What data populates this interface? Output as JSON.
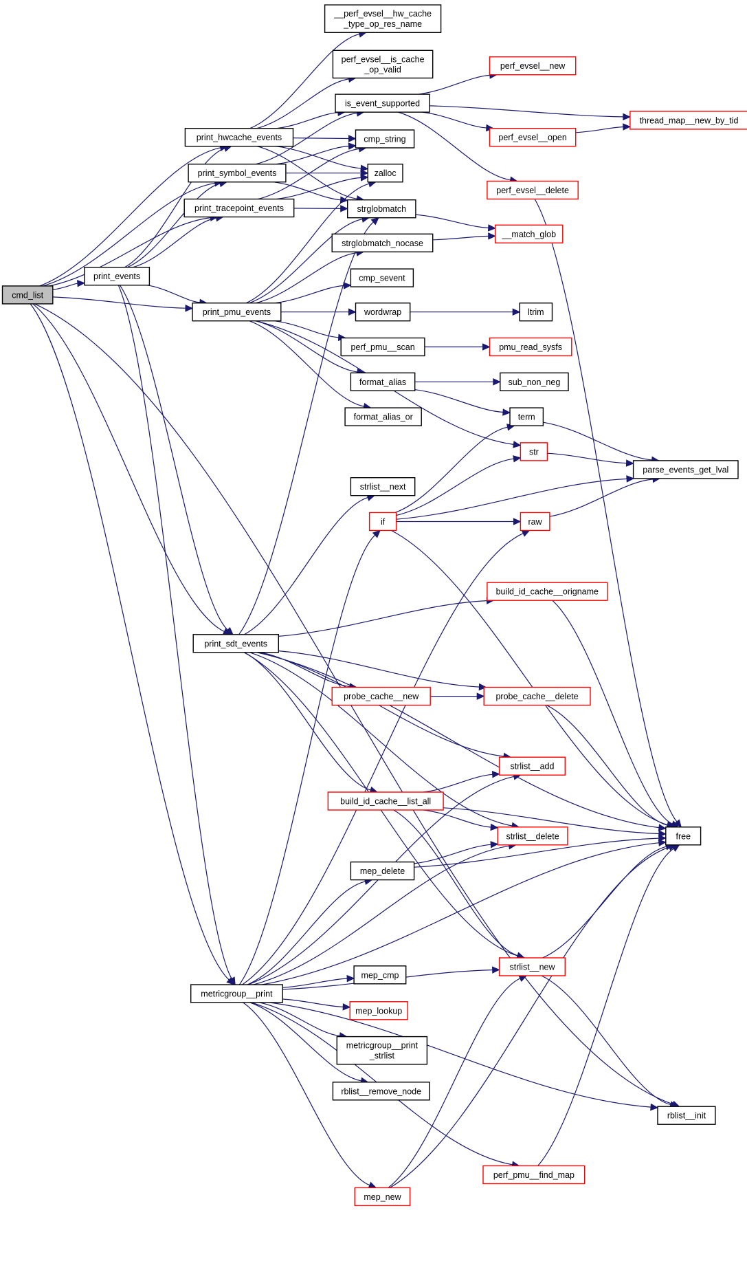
{
  "title": "cmd_list call graph",
  "colors": {
    "edge": "#191970",
    "normal_border": "#000000",
    "truncated_border": "#ff0000",
    "root_fill": "#bfbfbf"
  },
  "nodes": [
    {
      "id": "cmd_list",
      "lines": [
        "cmd_list"
      ],
      "kind": "root"
    },
    {
      "id": "hw_cache_name",
      "lines": [
        "__perf_evsel__hw_cache",
        "_type_op_res_name"
      ],
      "kind": "normal"
    },
    {
      "id": "is_cache_op_valid",
      "lines": [
        "perf_evsel__is_cache",
        "_op_valid"
      ],
      "kind": "normal"
    },
    {
      "id": "is_event_supported",
      "lines": [
        "is_event_supported"
      ],
      "kind": "normal"
    },
    {
      "id": "print_hwcache_events",
      "lines": [
        "print_hwcache_events"
      ],
      "kind": "normal"
    },
    {
      "id": "cmp_string",
      "lines": [
        "cmp_string"
      ],
      "kind": "normal"
    },
    {
      "id": "print_symbol_events",
      "lines": [
        "print_symbol_events"
      ],
      "kind": "normal"
    },
    {
      "id": "zalloc",
      "lines": [
        "zalloc"
      ],
      "kind": "normal"
    },
    {
      "id": "print_tracepoint_events",
      "lines": [
        "print_tracepoint_events"
      ],
      "kind": "normal"
    },
    {
      "id": "strglobmatch",
      "lines": [
        "strglobmatch"
      ],
      "kind": "normal"
    },
    {
      "id": "strglobmatch_nocase",
      "lines": [
        "strglobmatch_nocase"
      ],
      "kind": "normal"
    },
    {
      "id": "print_events",
      "lines": [
        "print_events"
      ],
      "kind": "normal"
    },
    {
      "id": "match_glob",
      "lines": [
        "__match_glob"
      ],
      "kind": "truncated"
    },
    {
      "id": "cmp_sevent",
      "lines": [
        "cmp_sevent"
      ],
      "kind": "normal"
    },
    {
      "id": "print_pmu_events",
      "lines": [
        "print_pmu_events"
      ],
      "kind": "normal"
    },
    {
      "id": "wordwrap",
      "lines": [
        "wordwrap"
      ],
      "kind": "normal"
    },
    {
      "id": "ltrim",
      "lines": [
        "ltrim"
      ],
      "kind": "normal"
    },
    {
      "id": "perf_pmu_scan",
      "lines": [
        "perf_pmu__scan"
      ],
      "kind": "normal"
    },
    {
      "id": "pmu_read_sysfs",
      "lines": [
        "pmu_read_sysfs"
      ],
      "kind": "truncated"
    },
    {
      "id": "format_alias",
      "lines": [
        "format_alias"
      ],
      "kind": "normal"
    },
    {
      "id": "sub_non_neg",
      "lines": [
        "sub_non_neg"
      ],
      "kind": "normal"
    },
    {
      "id": "format_alias_or",
      "lines": [
        "format_alias_or"
      ],
      "kind": "normal"
    },
    {
      "id": "term",
      "lines": [
        "term"
      ],
      "kind": "normal"
    },
    {
      "id": "str",
      "lines": [
        "str"
      ],
      "kind": "truncated"
    },
    {
      "id": "parse_events_get_lval",
      "lines": [
        "parse_events_get_lval"
      ],
      "kind": "normal"
    },
    {
      "id": "strlist_next",
      "lines": [
        "strlist__next"
      ],
      "kind": "normal"
    },
    {
      "id": "if",
      "lines": [
        "if"
      ],
      "kind": "truncated"
    },
    {
      "id": "raw",
      "lines": [
        "raw"
      ],
      "kind": "truncated"
    },
    {
      "id": "perf_evsel_new",
      "lines": [
        "perf_evsel__new"
      ],
      "kind": "truncated"
    },
    {
      "id": "thread_map_new_by_tid",
      "lines": [
        "thread_map__new_by_tid"
      ],
      "kind": "truncated"
    },
    {
      "id": "perf_evsel_open",
      "lines": [
        "perf_evsel__open"
      ],
      "kind": "truncated"
    },
    {
      "id": "perf_evsel_delete",
      "lines": [
        "perf_evsel__delete"
      ],
      "kind": "truncated"
    },
    {
      "id": "build_id_cache_origname",
      "lines": [
        "build_id_cache__origname"
      ],
      "kind": "truncated"
    },
    {
      "id": "print_sdt_events",
      "lines": [
        "print_sdt_events"
      ],
      "kind": "normal"
    },
    {
      "id": "probe_cache_new",
      "lines": [
        "probe_cache__new"
      ],
      "kind": "truncated"
    },
    {
      "id": "probe_cache_delete",
      "lines": [
        "probe_cache__delete"
      ],
      "kind": "truncated"
    },
    {
      "id": "strlist_add",
      "lines": [
        "strlist__add"
      ],
      "kind": "truncated"
    },
    {
      "id": "build_id_cache_list_all",
      "lines": [
        "build_id_cache__list_all"
      ],
      "kind": "truncated"
    },
    {
      "id": "strlist_delete",
      "lines": [
        "strlist__delete"
      ],
      "kind": "truncated"
    },
    {
      "id": "free",
      "lines": [
        "free"
      ],
      "kind": "normal"
    },
    {
      "id": "mep_delete",
      "lines": [
        "mep_delete"
      ],
      "kind": "normal"
    },
    {
      "id": "strlist_new",
      "lines": [
        "strlist__new"
      ],
      "kind": "truncated"
    },
    {
      "id": "mep_cmp",
      "lines": [
        "mep_cmp"
      ],
      "kind": "normal"
    },
    {
      "id": "metricgroup_print",
      "lines": [
        "metricgroup__print"
      ],
      "kind": "normal"
    },
    {
      "id": "mep_lookup",
      "lines": [
        "mep_lookup"
      ],
      "kind": "truncated"
    },
    {
      "id": "metricgroup_print_strlist",
      "lines": [
        "metricgroup__print",
        "_strlist"
      ],
      "kind": "normal"
    },
    {
      "id": "rblist_remove_node",
      "lines": [
        "rblist__remove_node"
      ],
      "kind": "normal"
    },
    {
      "id": "rblist_init",
      "lines": [
        "rblist__init"
      ],
      "kind": "normal"
    },
    {
      "id": "perf_pmu_find_map",
      "lines": [
        "perf_pmu__find_map"
      ],
      "kind": "truncated"
    },
    {
      "id": "mep_new",
      "lines": [
        "mep_new"
      ],
      "kind": "truncated"
    }
  ],
  "edges": [
    [
      "cmd_list",
      "print_hwcache_events"
    ],
    [
      "cmd_list",
      "print_symbol_events"
    ],
    [
      "cmd_list",
      "print_tracepoint_events"
    ],
    [
      "cmd_list",
      "print_events"
    ],
    [
      "cmd_list",
      "print_pmu_events"
    ],
    [
      "cmd_list",
      "print_sdt_events"
    ],
    [
      "cmd_list",
      "metricgroup_print"
    ],
    [
      "cmd_list",
      "rblist_init"
    ],
    [
      "print_hwcache_events",
      "hw_cache_name"
    ],
    [
      "print_hwcache_events",
      "is_cache_op_valid"
    ],
    [
      "print_hwcache_events",
      "is_event_supported"
    ],
    [
      "print_hwcache_events",
      "cmp_string"
    ],
    [
      "print_hwcache_events",
      "zalloc"
    ],
    [
      "print_hwcache_events",
      "strglobmatch"
    ],
    [
      "print_symbol_events",
      "is_event_supported"
    ],
    [
      "print_symbol_events",
      "cmp_string"
    ],
    [
      "print_symbol_events",
      "zalloc"
    ],
    [
      "print_symbol_events",
      "strglobmatch"
    ],
    [
      "print_tracepoint_events",
      "cmp_string"
    ],
    [
      "print_tracepoint_events",
      "zalloc"
    ],
    [
      "print_tracepoint_events",
      "strglobmatch"
    ],
    [
      "print_events",
      "print_hwcache_events"
    ],
    [
      "print_events",
      "print_symbol_events"
    ],
    [
      "print_events",
      "print_tracepoint_events"
    ],
    [
      "print_events",
      "print_pmu_events"
    ],
    [
      "print_events",
      "print_sdt_events"
    ],
    [
      "print_events",
      "metricgroup_print"
    ],
    [
      "print_pmu_events",
      "zalloc"
    ],
    [
      "print_pmu_events",
      "strglobmatch"
    ],
    [
      "print_pmu_events",
      "strglobmatch_nocase"
    ],
    [
      "print_pmu_events",
      "cmp_sevent"
    ],
    [
      "print_pmu_events",
      "wordwrap"
    ],
    [
      "print_pmu_events",
      "perf_pmu_scan"
    ],
    [
      "print_pmu_events",
      "format_alias"
    ],
    [
      "print_pmu_events",
      "format_alias_or"
    ],
    [
      "print_pmu_events",
      "str"
    ],
    [
      "is_event_supported",
      "perf_evsel_new"
    ],
    [
      "is_event_supported",
      "thread_map_new_by_tid"
    ],
    [
      "is_event_supported",
      "perf_evsel_open"
    ],
    [
      "is_event_supported",
      "perf_evsel_delete"
    ],
    [
      "perf_evsel_open",
      "thread_map_new_by_tid"
    ],
    [
      "perf_evsel_delete",
      "free"
    ],
    [
      "strglobmatch",
      "match_glob"
    ],
    [
      "strglobmatch_nocase",
      "match_glob"
    ],
    [
      "wordwrap",
      "ltrim"
    ],
    [
      "perf_pmu_scan",
      "pmu_read_sysfs"
    ],
    [
      "format_alias",
      "sub_non_neg"
    ],
    [
      "format_alias",
      "term"
    ],
    [
      "term",
      "parse_events_get_lval"
    ],
    [
      "str",
      "parse_events_get_lval"
    ],
    [
      "raw",
      "parse_events_get_lval"
    ],
    [
      "if",
      "term"
    ],
    [
      "if",
      "str"
    ],
    [
      "if",
      "parse_events_get_lval"
    ],
    [
      "if",
      "raw"
    ],
    [
      "if",
      "free"
    ],
    [
      "print_sdt_events",
      "strglobmatch"
    ],
    [
      "print_sdt_events",
      "strlist_next"
    ],
    [
      "print_sdt_events",
      "build_id_cache_origname"
    ],
    [
      "print_sdt_events",
      "free"
    ],
    [
      "print_sdt_events",
      "probe_cache_new"
    ],
    [
      "print_sdt_events",
      "probe_cache_delete"
    ],
    [
      "print_sdt_events",
      "strlist_add"
    ],
    [
      "print_sdt_events",
      "build_id_cache_list_all"
    ],
    [
      "print_sdt_events",
      "strlist_delete"
    ],
    [
      "print_sdt_events",
      "strlist_new"
    ],
    [
      "build_id_cache_origname",
      "free"
    ],
    [
      "probe_cache_new",
      "probe_cache_delete"
    ],
    [
      "probe_cache_delete",
      "free"
    ],
    [
      "build_id_cache_list_all",
      "strlist_add"
    ],
    [
      "build_id_cache_list_all",
      "strlist_delete"
    ],
    [
      "build_id_cache_list_all",
      "free"
    ],
    [
      "build_id_cache_list_all",
      "strlist_new"
    ],
    [
      "mep_delete",
      "strlist_delete"
    ],
    [
      "mep_delete",
      "free"
    ],
    [
      "strlist_new",
      "free"
    ],
    [
      "strlist_new",
      "rblist_init"
    ],
    [
      "metricgroup_print",
      "if"
    ],
    [
      "metricgroup_print",
      "raw"
    ],
    [
      "metricgroup_print",
      "strlist_add"
    ],
    [
      "metricgroup_print",
      "mep_delete"
    ],
    [
      "metricgroup_print",
      "free"
    ],
    [
      "metricgroup_print",
      "mep_cmp"
    ],
    [
      "metricgroup_print",
      "mep_lookup"
    ],
    [
      "metricgroup_print",
      "metricgroup_print_strlist"
    ],
    [
      "metricgroup_print",
      "rblist_remove_node"
    ],
    [
      "metricgroup_print",
      "strlist_delete"
    ],
    [
      "metricgroup_print",
      "strlist_new"
    ],
    [
      "metricgroup_print",
      "mep_new"
    ],
    [
      "metricgroup_print",
      "perf_pmu_find_map"
    ],
    [
      "metricgroup_print",
      "rblist_init"
    ],
    [
      "mep_new",
      "strlist_new"
    ],
    [
      "mep_new",
      "free"
    ],
    [
      "perf_pmu_find_map",
      "free"
    ]
  ]
}
